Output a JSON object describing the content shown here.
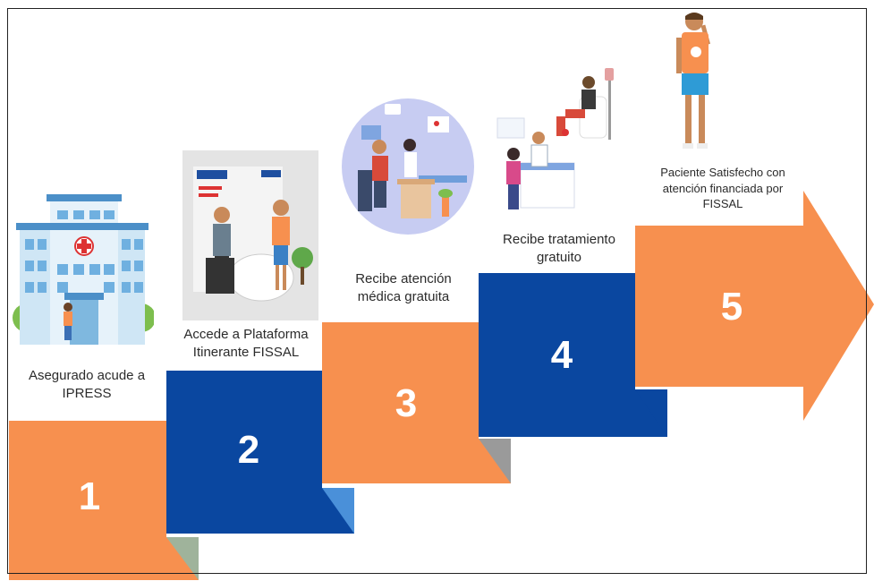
{
  "diagram": {
    "colors": {
      "orange": "#F7904F",
      "blue": "#0A47A0",
      "sky": "#8FC3EA",
      "gray": "#9A9A9A",
      "shadow_green": "#9FB39B"
    },
    "steps": [
      {
        "number": "1",
        "label_line1": "Asegurado acude  a",
        "label_line2": "IPRESS",
        "color": "orange",
        "icon": "hospital-icon"
      },
      {
        "number": "2",
        "label_line1": "Accede a Plataforma",
        "label_line2": "Itinerante FISSAL",
        "color": "blue",
        "icon": "itinerant-platform-icon"
      },
      {
        "number": "3",
        "label_line1": "Recibe atención",
        "label_line2": "médica gratuita",
        "color": "orange",
        "icon": "doctor-consultation-icon"
      },
      {
        "number": "4",
        "label_line1": "Recibe tratamiento",
        "label_line2": "gratuito",
        "color": "blue",
        "icon": "treatment-icon"
      },
      {
        "number": "5",
        "label_line1": "Paciente Satisfecho con",
        "label_line2": "atención financiada por",
        "label_line3": "FISSAL",
        "color": "orange",
        "icon": "satisfied-patient-icon"
      }
    ]
  }
}
